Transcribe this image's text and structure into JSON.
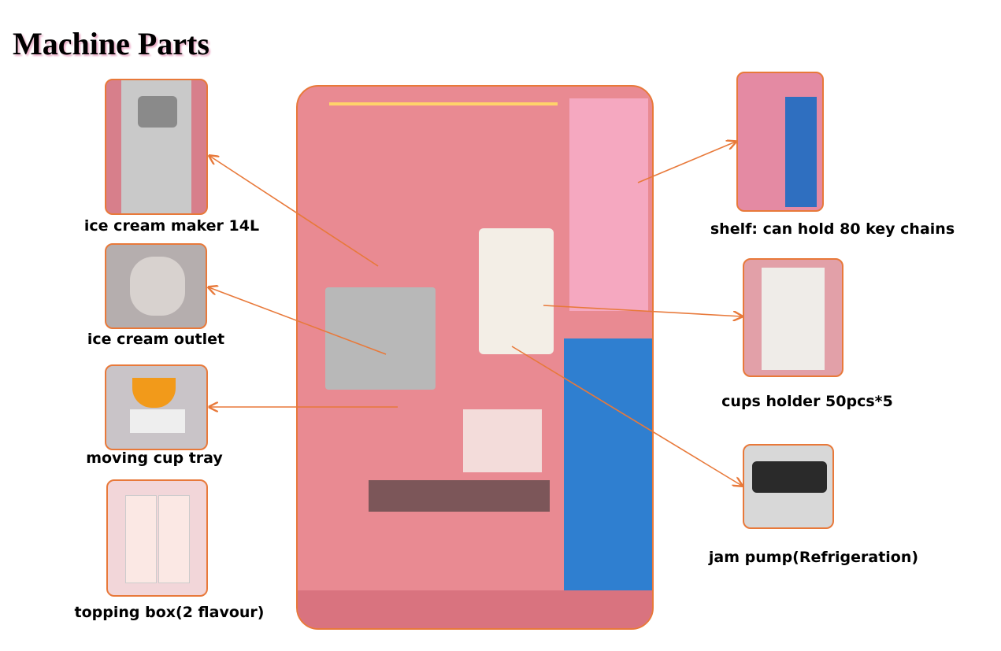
{
  "title": "Machine Parts",
  "parts": [
    {
      "label": "ice cream maker 14L",
      "icon": "ice-cream-maker-photo"
    },
    {
      "label": "ice cream outlet",
      "icon": "outlet-photo"
    },
    {
      "label": "moving cup tray",
      "icon": "cup-tray-photo"
    },
    {
      "label": "topping box(2 flavour)",
      "icon": "topping-box-photo"
    },
    {
      "label": "shelf: can hold 80 key chains",
      "icon": "shelf-photo"
    },
    {
      "label": "cups holder 50pcs*5",
      "icon": "cups-holder-photo"
    },
    {
      "label": "jam pump(Refrigeration)",
      "icon": "jam-pump-photo"
    }
  ],
  "colors": {
    "accent": "#e8793a",
    "machine_pink": "#e98a92",
    "panel_blue": "#2f7fd0"
  }
}
